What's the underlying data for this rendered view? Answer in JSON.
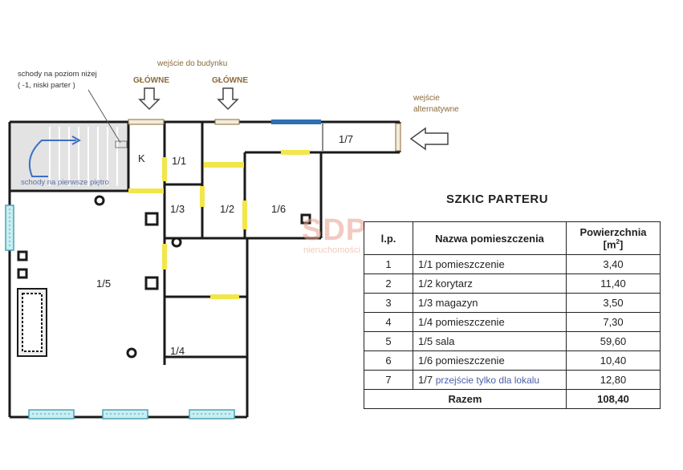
{
  "annotations": {
    "stairs_down": [
      "schody na poziom niżej",
      "( -1, niski parter )"
    ],
    "entrance_title": "wejście do budynku",
    "main_left": "GŁÓWNE",
    "main_right": "GŁÓWNE",
    "alt_entrance": [
      "wejście",
      "alternatywne"
    ],
    "stairs_up": "schody na pierwsze piętro",
    "k_label": "K"
  },
  "rooms": {
    "r1_1": "1/1",
    "r1_2": "1/2",
    "r1_3": "1/3",
    "r1_4": "1/4",
    "r1_5": "1/5",
    "r1_6": "1/6",
    "r1_7": "1/7"
  },
  "sketch_title": "SZKIC PARTERU",
  "table": {
    "headers": [
      "l.p.",
      "Nazwa pomieszczenia",
      "Powierzchnia",
      "[m",
      "2",
      "]"
    ],
    "rows": [
      {
        "lp": "1",
        "name": "1/1 pomieszczenie",
        "area": "3,40"
      },
      {
        "lp": "2",
        "name": "1/2 korytarz",
        "area": "11,40"
      },
      {
        "lp": "3",
        "name": "1/3 magazyn",
        "area": "3,50"
      },
      {
        "lp": "4",
        "name": "1/4 pomieszczenie",
        "area": "7,30"
      },
      {
        "lp": "5",
        "name": "1/5 sala",
        "area": "59,60"
      },
      {
        "lp": "6",
        "name": "1/6 pomieszczenie",
        "area": "10,40"
      }
    ],
    "row7": {
      "lp": "7",
      "code": "1/7",
      "note": "przejście tylko dla lokalu",
      "area": "12,80"
    },
    "total": {
      "label": "Razem",
      "area": "108,40"
    }
  },
  "watermark": {
    "main": "SDP",
    "sub": "nieruchomości"
  },
  "colors": {
    "wall": "#1a1a1a",
    "door": "#f2e64a",
    "window": "#6fb9c9",
    "window_blue": "#2f6fb4",
    "stair_fill": "#d9d9d9"
  }
}
